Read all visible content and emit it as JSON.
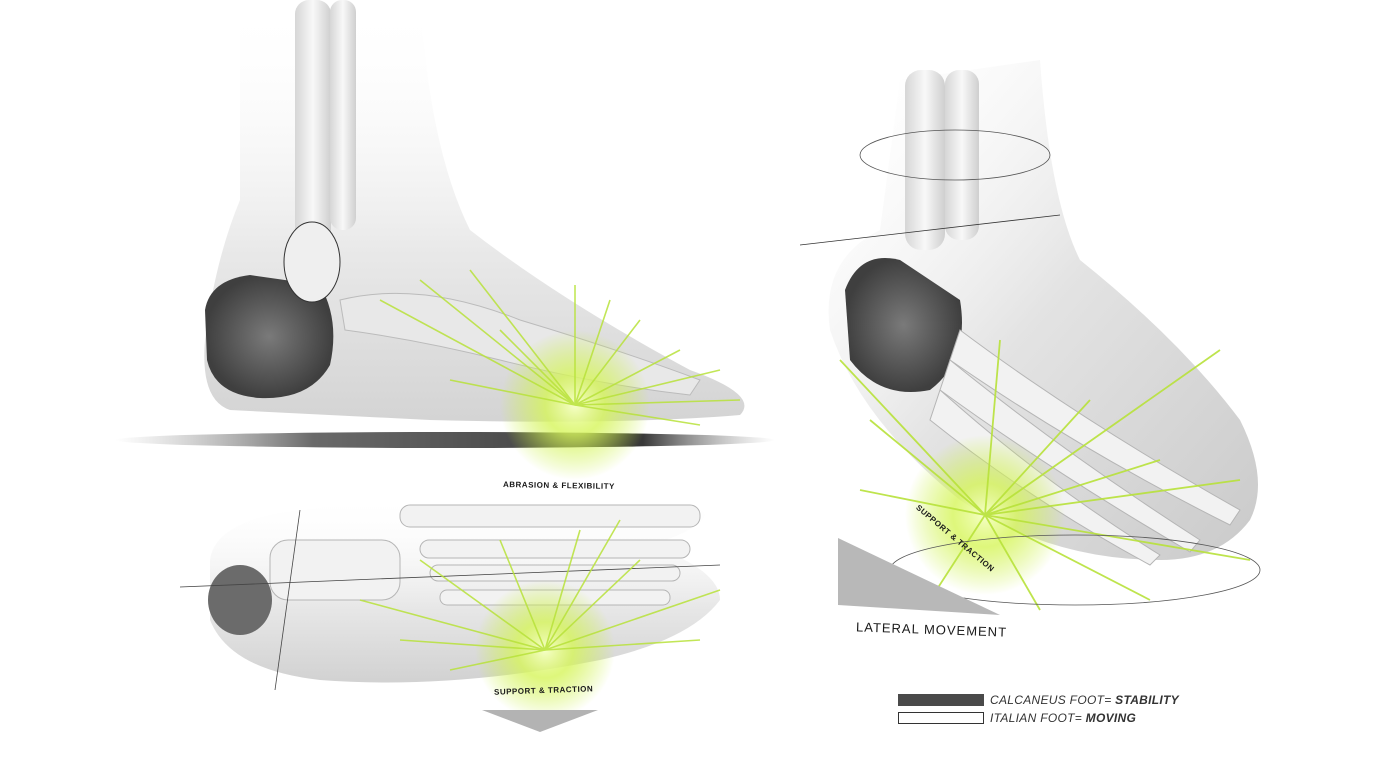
{
  "labels": {
    "abrasion": "ABRASION & FLEXIBILITY",
    "support_bottom": "SUPPORT & TRACTION",
    "support_right": "SUPPORT & TRACTION",
    "lateral": "LATERAL MOVEMENT"
  },
  "legend": [
    {
      "prefix": "CALCANEUS FOOT= ",
      "strong": "STABILITY",
      "color": "#4a4a4a",
      "filled": true
    },
    {
      "prefix": "ITALIAN FOOT= ",
      "strong": "MOVING",
      "color": "#ffffff",
      "filled": false
    }
  ],
  "colors": {
    "accent": "#c8f03c",
    "bone": "#eeeeee",
    "shadow": "#555555"
  }
}
